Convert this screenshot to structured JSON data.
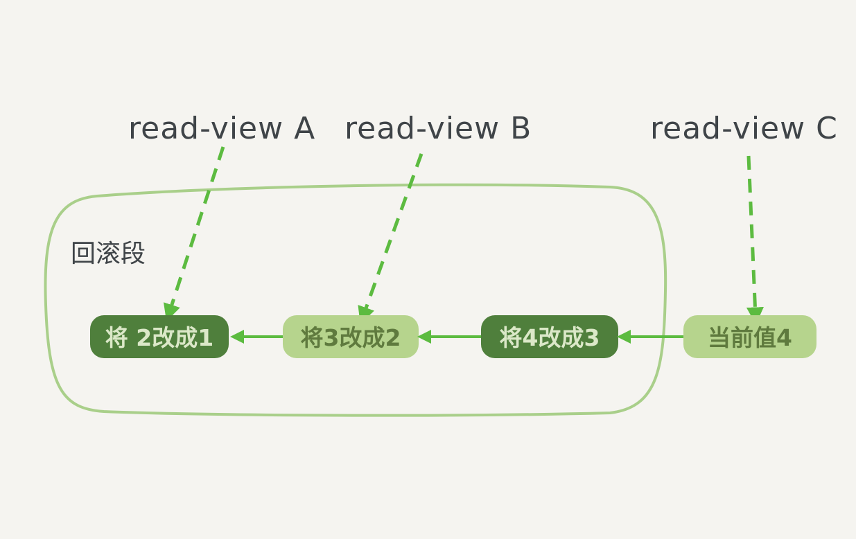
{
  "read_views": [
    {
      "label": "read-view A",
      "points_to": 0
    },
    {
      "label": "read-view B",
      "points_to": 1
    },
    {
      "label": "read-view C",
      "points_to": 3
    }
  ],
  "rollback_segment": {
    "label": "回滚段"
  },
  "versions": [
    {
      "label": "将 2改成1",
      "style": "dark"
    },
    {
      "label": "将3改成2",
      "style": "light"
    },
    {
      "label": "将4改成3",
      "style": "dark"
    },
    {
      "label": "当前值4",
      "style": "light"
    }
  ],
  "colors": {
    "background": "#f5f4f0",
    "dark_node": "#4f7f3c",
    "dark_node_text": "#dbe8c8",
    "light_node": "#b6d48d",
    "light_node_text": "#5f7a3e",
    "arrow": "#5cbb40",
    "segment_outline": "#a9cf8a",
    "label_text": "#3f4448"
  }
}
